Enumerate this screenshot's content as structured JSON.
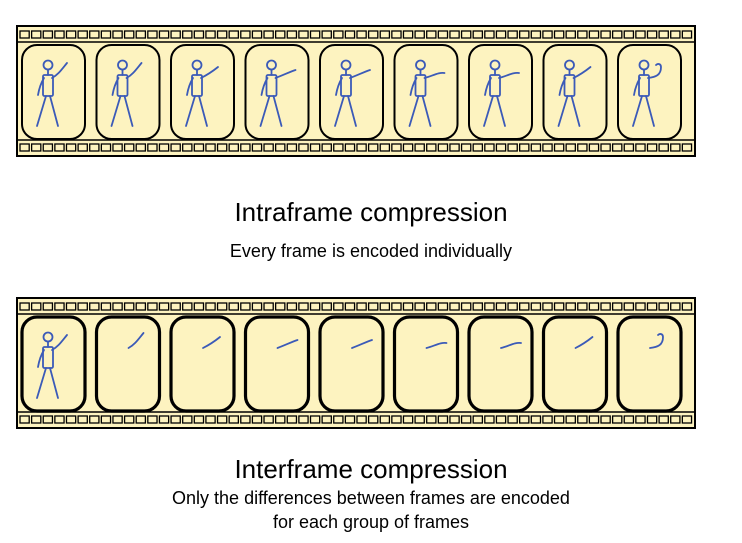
{
  "colors": {
    "film": "#fdf3c0",
    "outline": "#000000",
    "figure": "#3b5ab8",
    "background": "#ffffff"
  },
  "intraframe": {
    "title": "Intraframe compression",
    "subtitle": "Every frame is encoded individually",
    "frame_count": 9,
    "arm_sequence": [
      "raised-high",
      "raised-high",
      "raised-mid",
      "pointing",
      "pointing",
      "pointing-wave",
      "pointing-wave",
      "raised-mid",
      "raised-curled"
    ]
  },
  "interframe": {
    "title": "Interframe compression",
    "subtitle_line1": "Only the differences between frames are encoded",
    "subtitle_line2": "for each group of frames",
    "frame_count": 9,
    "keyframe_index": 0,
    "arm_sequence": [
      "raised-high",
      "raised-high",
      "raised-mid",
      "pointing",
      "pointing",
      "pointing-wave",
      "pointing-wave",
      "raised-mid",
      "raised-curled"
    ]
  }
}
